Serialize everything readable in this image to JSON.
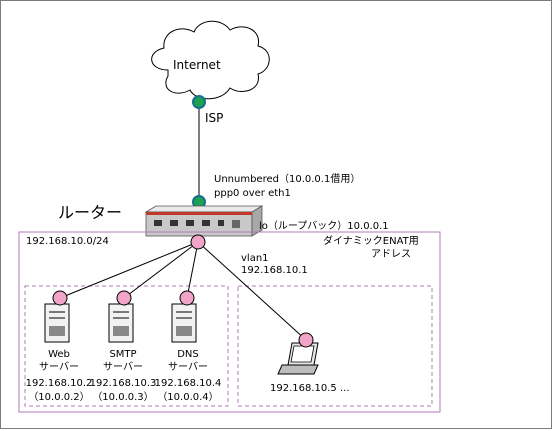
{
  "internet": {
    "label": "Internet"
  },
  "isp": {
    "label": "ISP"
  },
  "wan": {
    "line1": "Unnumbered（10.0.0.1借用）",
    "line2": "ppp0 over eth1"
  },
  "router": {
    "title": "ルーター",
    "loopback": "lo（ループバック）10.0.0.1"
  },
  "lan": {
    "subnet": "192.168.10.0/24",
    "dynamic_nat_line1": "ダイナミックENAT用",
    "dynamic_nat_line2": "アドレス",
    "vlan": "vlan1",
    "vlan_ip": "192.168.10.1"
  },
  "servers": [
    {
      "name": "Web",
      "role": "サーバー",
      "ip": "192.168.10.2",
      "nat_ip": "（10.0.0.2）"
    },
    {
      "name": "SMTP",
      "role": "サーバー",
      "ip": "192.168.10.3",
      "nat_ip": "（10.0.0.3）"
    },
    {
      "name": "DNS",
      "role": "サーバー",
      "ip": "192.168.10.4",
      "nat_ip": "（10.0.0.4）"
    }
  ],
  "client": {
    "ip": "192.168.10.5 ..."
  },
  "colors": {
    "lan_border": "#b27ab8",
    "node_pink": "#f0a4c8",
    "node_green": "#1fa14f",
    "node_teal": "#17718c"
  }
}
